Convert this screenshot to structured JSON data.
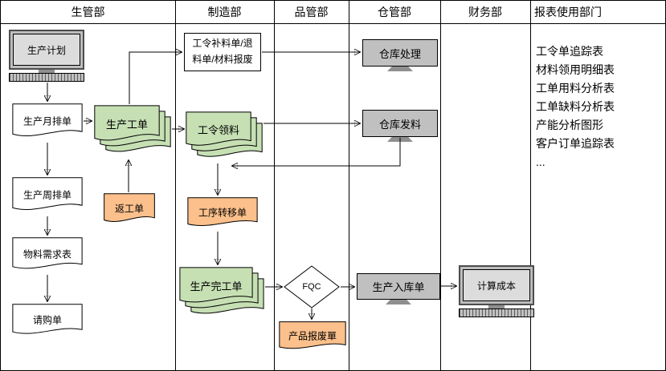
{
  "lanes": [
    {
      "label": "生管部"
    },
    {
      "label": "制造部"
    },
    {
      "label": "品管部"
    },
    {
      "label": "仓管部"
    },
    {
      "label": "财务部"
    },
    {
      "label": "报表使用部门"
    }
  ],
  "nodes": {
    "production_plan": {
      "label": "生产计划",
      "type": "computer"
    },
    "monthly_schedule": {
      "label": "生产月排单",
      "type": "document"
    },
    "weekly_schedule": {
      "label": "生产周排单",
      "type": "document"
    },
    "material_requirement": {
      "label": "物料需求表",
      "type": "document"
    },
    "purchase_requisition": {
      "label": "请购单",
      "type": "document"
    },
    "production_work_order": {
      "label": "生产工单",
      "type": "multi-document"
    },
    "rework_order": {
      "label": "返工单",
      "type": "document"
    },
    "supplement_return_scrap": {
      "label": "工令补料单/退料单/材料报废",
      "type": "process"
    },
    "work_order_picking": {
      "label": "工令领料",
      "type": "multi-document"
    },
    "process_transfer": {
      "label": "工序转移单",
      "type": "document"
    },
    "completion_order": {
      "label": "生产完工单",
      "type": "multi-document"
    },
    "fqc": {
      "label": "FQC",
      "type": "decision"
    },
    "product_scrap": {
      "label": "产品报废單",
      "type": "document"
    },
    "warehouse_processing": {
      "label": "仓库处理",
      "type": "machine"
    },
    "warehouse_issue": {
      "label": "仓库发料",
      "type": "machine"
    },
    "production_receipt": {
      "label": "生产入库单",
      "type": "machine"
    },
    "cost_calculation": {
      "label": "计算成本",
      "type": "computer"
    }
  },
  "reports": [
    "工令单追踪表",
    "材料领用明细表",
    "工单用料分析表",
    "工单缺料分析表",
    "产能分析图形",
    "客户订单追踪表",
    "..."
  ],
  "colors": {
    "document_green": "#c6e0b4",
    "document_orange": "#fbc08b",
    "machine_gray": "#c0c0c0",
    "line": "#000000"
  }
}
